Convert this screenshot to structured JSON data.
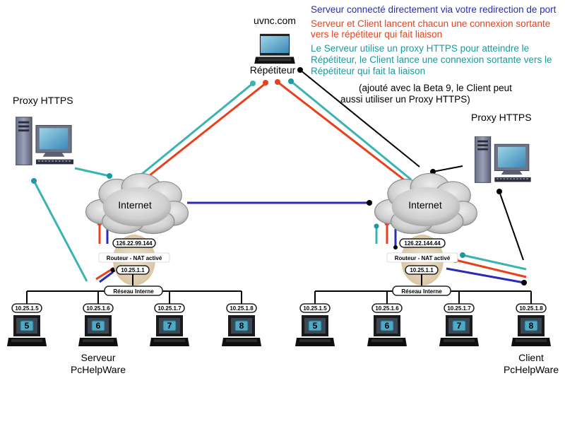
{
  "legend": {
    "line1": "Serveur connecté directement via votre redirection de port",
    "line2a": "Serveur et Client lancent chacun une connexion sortante",
    "line2b": "vers le répétiteur qui fait liaison",
    "line3a": "Le Serveur utilise un proxy HTTPS pour atteindre le",
    "line3b": "Répétiteur, le Client lance une connexion sortante vers le",
    "line3c": "Répétiteur qui fait la liaison",
    "note_a": "(ajouté avec la Beta 9, le Client peut",
    "note_b": "aussi utiliser un Proxy HTTPS)"
  },
  "colors": {
    "blue": "#2b2bb8",
    "red": "#e8401c",
    "teal": "#3ab3b3",
    "black": "#000000"
  },
  "repeater": {
    "host": "uvnc.com",
    "label": "Répétiteur"
  },
  "left": {
    "proxy_label": "Proxy HTTPS",
    "cloud_label": "Internet",
    "wan_ip": "126.22.99.144",
    "router_label": "Routeur - NAT activé",
    "lan_ip": "10.25.1.1",
    "network_label": "Réseau Interne",
    "hosts": [
      {
        "ip": "10.25.1.5",
        "num": "5"
      },
      {
        "ip": "10.25.1.6",
        "num": "6"
      },
      {
        "ip": "10.25.1.7",
        "num": "7"
      },
      {
        "ip": "10.25.1.8",
        "num": "8"
      }
    ],
    "machine_label_a": "Serveur",
    "machine_label_b": "PcHelpWare"
  },
  "right": {
    "proxy_label": "Proxy HTTPS",
    "cloud_label": "Internet",
    "wan_ip": "126.22.144.44",
    "router_label": "Routeur - NAT activé",
    "lan_ip": "10.25.1.1",
    "network_label": "Réseau Interne",
    "hosts": [
      {
        "ip": "10.25.1.5",
        "num": "5"
      },
      {
        "ip": "10.25.1.6",
        "num": "6"
      },
      {
        "ip": "10.25.1.7",
        "num": "7"
      },
      {
        "ip": "10.25.1.8",
        "num": "8"
      }
    ],
    "machine_label_a": "Client",
    "machine_label_b": "PcHelpWare"
  }
}
